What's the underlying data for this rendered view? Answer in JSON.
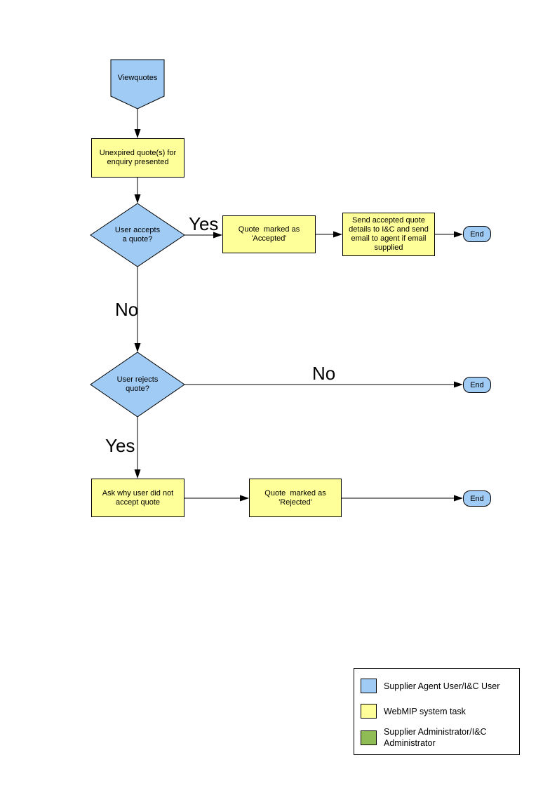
{
  "flow": {
    "start": "Viewquotes",
    "unexpired": "Unexpired quote(s) for\nenquiry presented",
    "accept_question": "User accepts\na quote?",
    "yes_accept": "Yes",
    "accepted": "Quote  marked as\n'Accepted'",
    "send_details": "Send accepted quote\ndetails to I&C and send\nemail to agent if email\nsupplied",
    "end_accept": "End",
    "no_accept": "No",
    "reject_question": "User rejects\nquote?",
    "no_reject": "No",
    "end_no_reject": "End",
    "yes_reject": "Yes",
    "ask_why": "Ask why user did not\naccept quote",
    "rejected": "Quote  marked as\n'Rejected'",
    "end_rejected": "End"
  },
  "colors": {
    "actor_blue": "#A0CBF4",
    "task_yellow": "#FFFF99",
    "admin_green": "#90BC55",
    "connector": "#000000"
  },
  "legend": {
    "items": [
      {
        "label": "Supplier Agent User/I&C User",
        "color": "#A0CBF4"
      },
      {
        "label": "WebMIP system task",
        "color": "#FFFF99"
      },
      {
        "label": "Supplier Administrator/I&C\nAdministrator",
        "color": "#90BC55"
      }
    ]
  }
}
